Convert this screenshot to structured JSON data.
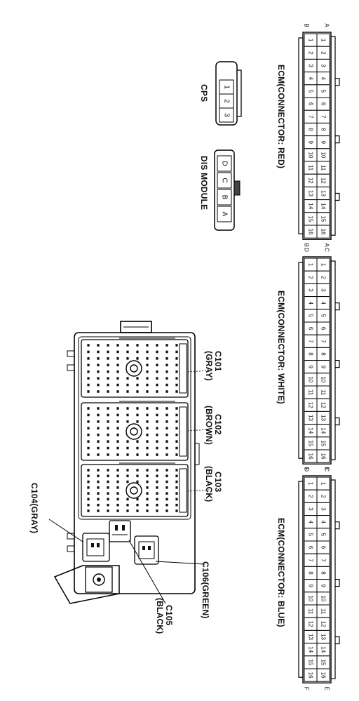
{
  "connectors": {
    "ecm_red": {
      "label": "ECM(CONNECTOR: RED)",
      "row_a": "A",
      "row_b": "B",
      "pins": [
        "1",
        "2",
        "3",
        "4",
        "5",
        "6",
        "7",
        "8",
        "9",
        "10",
        "11",
        "12",
        "13",
        "14",
        "15",
        "16"
      ]
    },
    "ecm_white": {
      "label": "ECM(CONNECTOR: WHITE)",
      "row_a": "C",
      "row_b": "D",
      "pins": [
        "1",
        "2",
        "3",
        "4",
        "5",
        "6",
        "7",
        "8",
        "9",
        "10",
        "11",
        "12",
        "13",
        "14",
        "15",
        "16"
      ]
    },
    "ecm_blue": {
      "label": "ECM(CONNECTOR: BLUE)",
      "row_a": "E",
      "row_b": "F",
      "pins": [
        "1",
        "2",
        "3",
        "4",
        "5",
        "6",
        "7",
        "8",
        "9",
        "10",
        "11",
        "12",
        "13",
        "14",
        "15",
        "16"
      ]
    },
    "cps": {
      "label": "CPS",
      "pins": [
        "1",
        "2",
        "3"
      ]
    },
    "dis_module": {
      "label": "DIS MODULE",
      "pins": [
        "D",
        "C",
        "B",
        "A"
      ]
    }
  },
  "fuse_box": {
    "c101": {
      "name": "C101",
      "color": "(GRAY)"
    },
    "c102": {
      "name": "C102",
      "color": "(BROWN)"
    },
    "c103": {
      "name": "C103",
      "color": "(BLACK)"
    },
    "c104": {
      "label": "C104(GRAY)"
    },
    "c105": {
      "name": "C105",
      "color": "(BLACK)"
    },
    "c106": {
      "label": "C106(GREEN)"
    }
  }
}
